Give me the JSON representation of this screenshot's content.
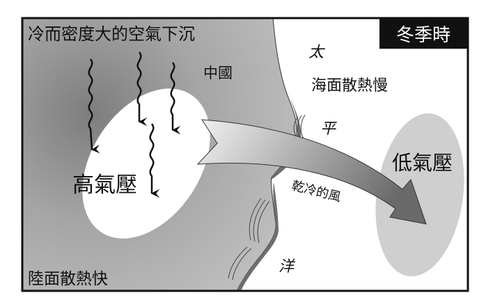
{
  "diagram": {
    "season_label": "冬季時",
    "title": "冷而密度大的空氣下沉",
    "land_name": "中國",
    "high_pressure": "高氣壓",
    "land_cooling": "陸面散熱快",
    "sea_cooling": "海面散熱慢",
    "ocean_chars": [
      "太",
      "平",
      "洋"
    ],
    "low_pressure": "低氣壓",
    "wind_label": "乾冷的風",
    "colors": {
      "land": "#a8a8a8",
      "land_dark": "#8a8a8a",
      "coast_strip": "#6e6e6e",
      "low_pressure_fill": "#cfcfcf",
      "label_bg": "#111111"
    }
  }
}
